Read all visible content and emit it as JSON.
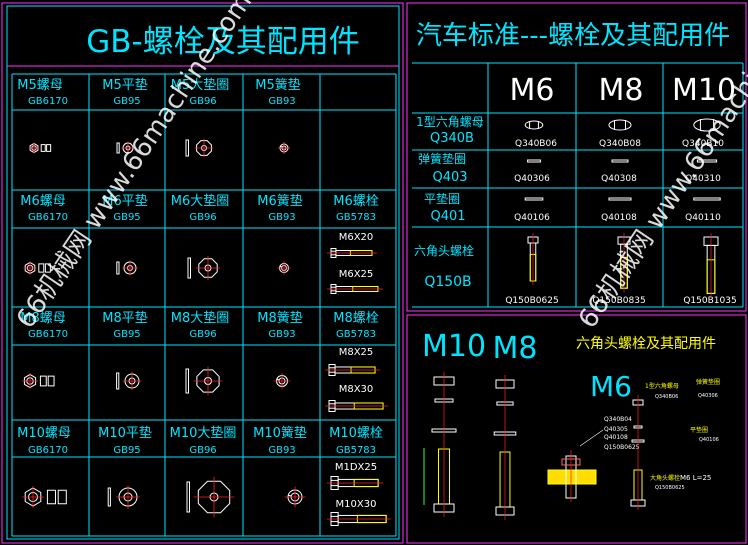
{
  "left_title": "GB-螺栓及其配用件",
  "right_title": "汽车标准---螺栓及其配用件",
  "watermark": "66机械网 www.66machine.com",
  "left_grid": [
    {
      "labels": [
        "M5螺母",
        "M5平垫",
        "M5大垫圈",
        "M5簧垫",
        ""
      ],
      "codes": [
        "GB6170",
        "GB95",
        "GB96",
        "GB93",
        ""
      ]
    },
    {
      "labels": [
        "M6螺母",
        "M6平垫",
        "M6大垫圈",
        "M6簧垫",
        "M6螺栓"
      ],
      "codes": [
        "GB6170",
        "GB95",
        "GB96",
        "GB93",
        "GB5783"
      ],
      "bolt_sizes": [
        "M6X20",
        "M6X25"
      ]
    },
    {
      "labels": [
        "M8螺母",
        "M8平垫",
        "M8大垫圈",
        "M8簧垫",
        "M8螺栓"
      ],
      "codes": [
        "GB6170",
        "GB95",
        "GB96",
        "GB93",
        "GB5783"
      ],
      "bolt_sizes": [
        "M8X25",
        "M8X30"
      ]
    },
    {
      "labels": [
        "M10螺母",
        "M10平垫",
        "M10大垫圈",
        "M10簧垫",
        "M10螺栓"
      ],
      "codes": [
        "GB6170",
        "GB95",
        "GB96",
        "GB93",
        "GB5783"
      ],
      "bolt_sizes": [
        "M1DX25",
        "M10X30"
      ]
    }
  ],
  "right_grid": {
    "sizes": [
      "M6",
      "M8",
      "M10"
    ],
    "rows": [
      {
        "name": "1型六角螺母",
        "std": "Q340B",
        "codes": [
          "Q340B06",
          "Q340B08",
          "Q340B10"
        ]
      },
      {
        "name": "弹簧垫圈",
        "std": "Q403",
        "codes": [
          "Q40306",
          "Q40308",
          "Q40310"
        ]
      },
      {
        "name": "平垫圈",
        "std": "Q401",
        "codes": [
          "Q40106",
          "Q40108",
          "Q40110"
        ]
      },
      {
        "name": "六角头螺栓",
        "std": "Q150B",
        "codes": [
          "Q150B0625",
          "Q150B0835",
          "Q150B1035"
        ]
      }
    ]
  },
  "assembly": {
    "big_labels": [
      "M10",
      "M8",
      "M6"
    ],
    "title": "六角头螺栓及其配用件",
    "callouts_left": [
      "Q340B04",
      "Q40305",
      "Q40108",
      "Q150B0625"
    ],
    "callouts_right": [
      "1型六角螺母",
      "Q340B06",
      "弹簧垫圈",
      "Q40306",
      "平垫圈",
      "Q40106",
      "大角头螺栓",
      "Q150B0625",
      "M6 L=25"
    ]
  },
  "colors": {
    "line": "#00e5ff",
    "frame": "#ff33ff",
    "text": "#ffffff",
    "yellow": "#ffff00",
    "red": "#ff2020",
    "green": "#33ff33"
  }
}
